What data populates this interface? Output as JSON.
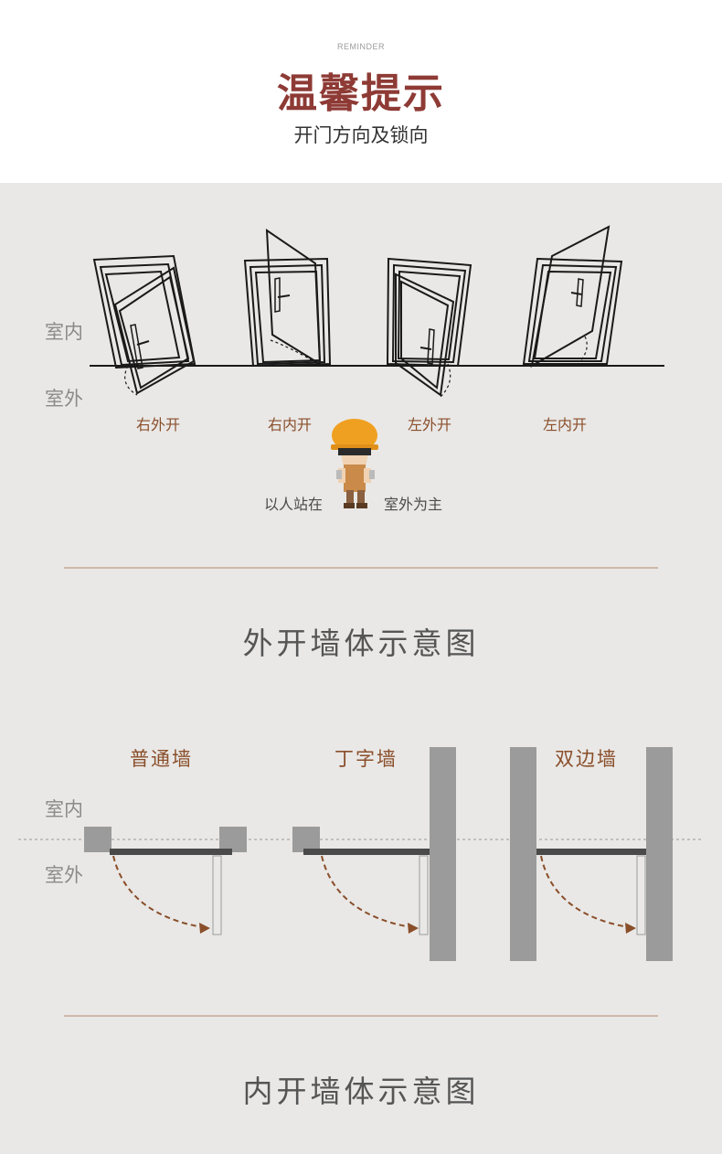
{
  "header": {
    "eyebrow": "REMINDER",
    "title": "温馨提示",
    "subtitle": "开门方向及锁向"
  },
  "doors": {
    "indoor_label": "室内",
    "outdoor_label": "室外",
    "items": [
      {
        "label": "右外开"
      },
      {
        "label": "右内开"
      },
      {
        "label": "左外开"
      },
      {
        "label": "左内开"
      }
    ],
    "stand_left": "以人站在",
    "stand_right": "室外为主"
  },
  "outward": {
    "title": "外开墙体示意图",
    "indoor_label": "室内",
    "outdoor_label": "室外",
    "walls": [
      {
        "label": "普通墙"
      },
      {
        "label": "丁字墙"
      },
      {
        "label": "双边墙"
      }
    ]
  },
  "inward": {
    "title": "内开墙体示意图"
  },
  "colors": {
    "title": "#8e3a35",
    "accent": "#8a4e2a",
    "arrow": "#8a4e2a",
    "wall": "#9b9b9b",
    "door_bar": "#4a4a4a"
  }
}
